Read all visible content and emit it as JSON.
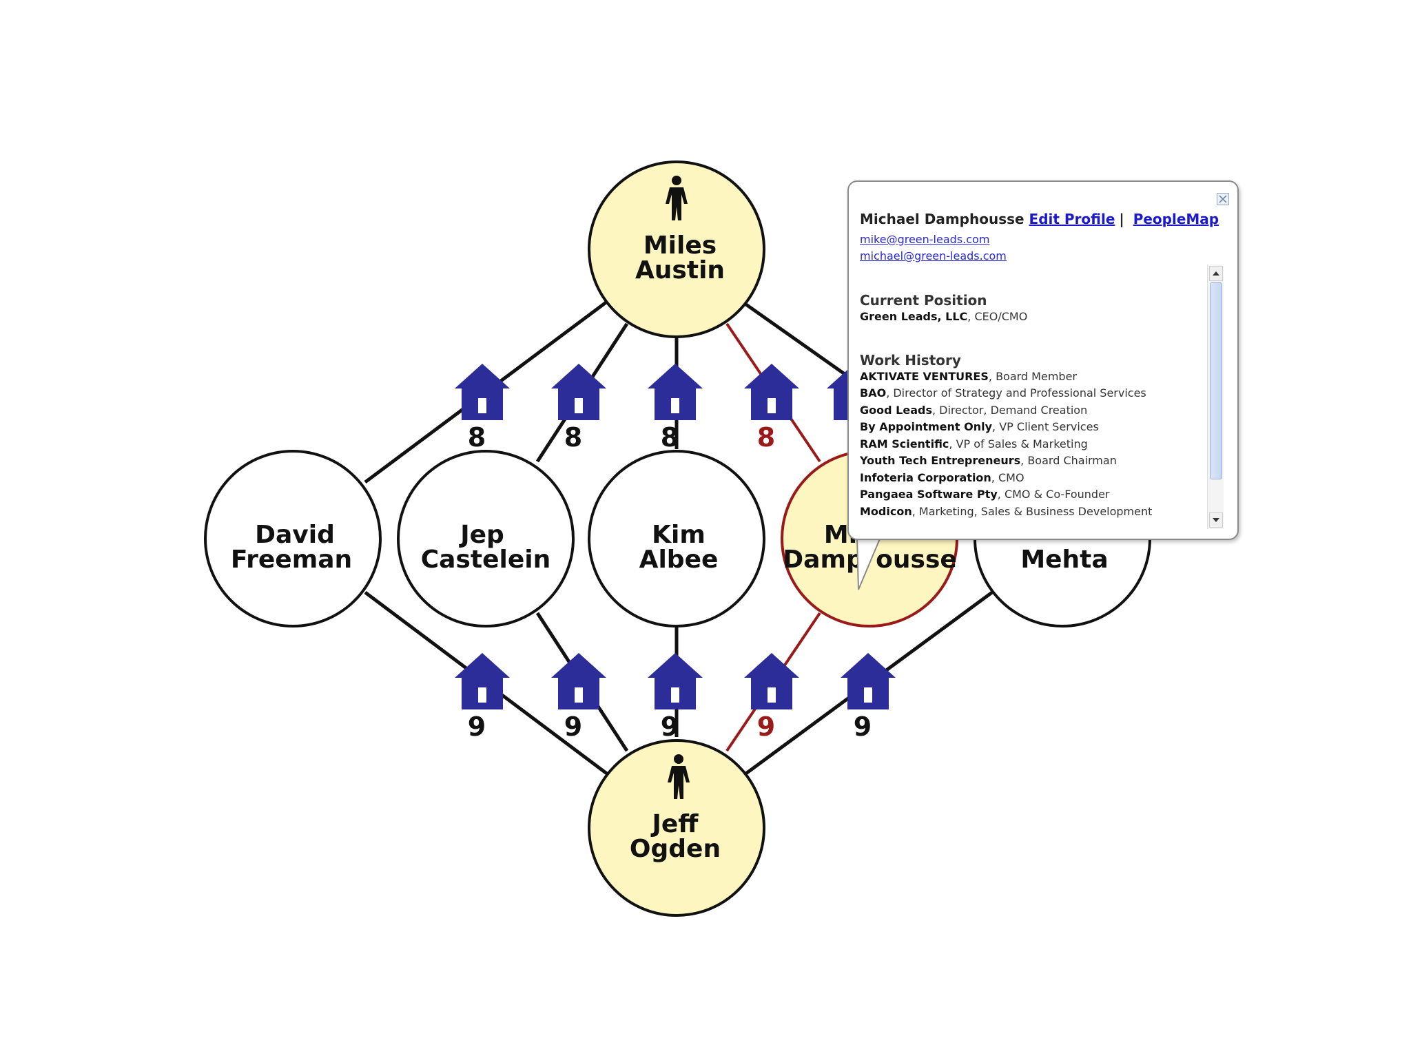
{
  "nodes": {
    "miles_austin": {
      "line1": "Miles",
      "line2": "Austin"
    },
    "david_freeman": {
      "line1": "David",
      "line2": "Freeman"
    },
    "jep_castelein": {
      "line1": "Jep",
      "line2": "Castelein"
    },
    "kim_albee": {
      "line1": "Kim",
      "line2": "Albee"
    },
    "michael_damphousse": {
      "line1": "Mi",
      "line2": "Damp",
      "line2b": "ousse"
    },
    "mehta": {
      "line1": "",
      "line2": "Mehta"
    },
    "jeff_ogden": {
      "line1": "Jeff",
      "line2": "Ogden"
    }
  },
  "degrees": {
    "upper": [
      "8",
      "8",
      "8",
      "8"
    ],
    "lower": [
      "9",
      "9",
      "9",
      "9",
      "9"
    ]
  },
  "colors": {
    "highlight_fill": "#fdf6c0",
    "highlight_edge": "#9a1a1a",
    "house": "#2d2d9a",
    "edge": "#111111"
  },
  "popup": {
    "name": "Michael Damphousse",
    "edit_profile": "Edit Profile",
    "separator": "|",
    "peoplemap": "PeopleMap",
    "email1": "mike@green-leads.com",
    "email2": "michael@green-leads.com",
    "current_position_title": "Current Position",
    "current_position": {
      "company": "Green Leads, LLC",
      "role": ", CEO/CMO"
    },
    "work_history_title": "Work History",
    "work_history": [
      {
        "company": "AKTIVATE VENTURES",
        "role": ", Board Member"
      },
      {
        "company": "BAO",
        "role": ", Director of Strategy and Professional Services"
      },
      {
        "company": "Good Leads",
        "role": ", Director, Demand Creation"
      },
      {
        "company": "By Appointment Only",
        "role": ", VP Client Services"
      },
      {
        "company": "RAM Scientific",
        "role": ", VP of Sales & Marketing"
      },
      {
        "company": "Youth Tech Entrepreneurs",
        "role": ", Board Chairman"
      },
      {
        "company": "Infoteria Corporation",
        "role": ", CMO"
      },
      {
        "company": "Pangaea Software Pty",
        "role": ", CMO & Co-Founder"
      },
      {
        "company": "Modicon",
        "role": ", Marketing, Sales & Business Development"
      }
    ]
  }
}
